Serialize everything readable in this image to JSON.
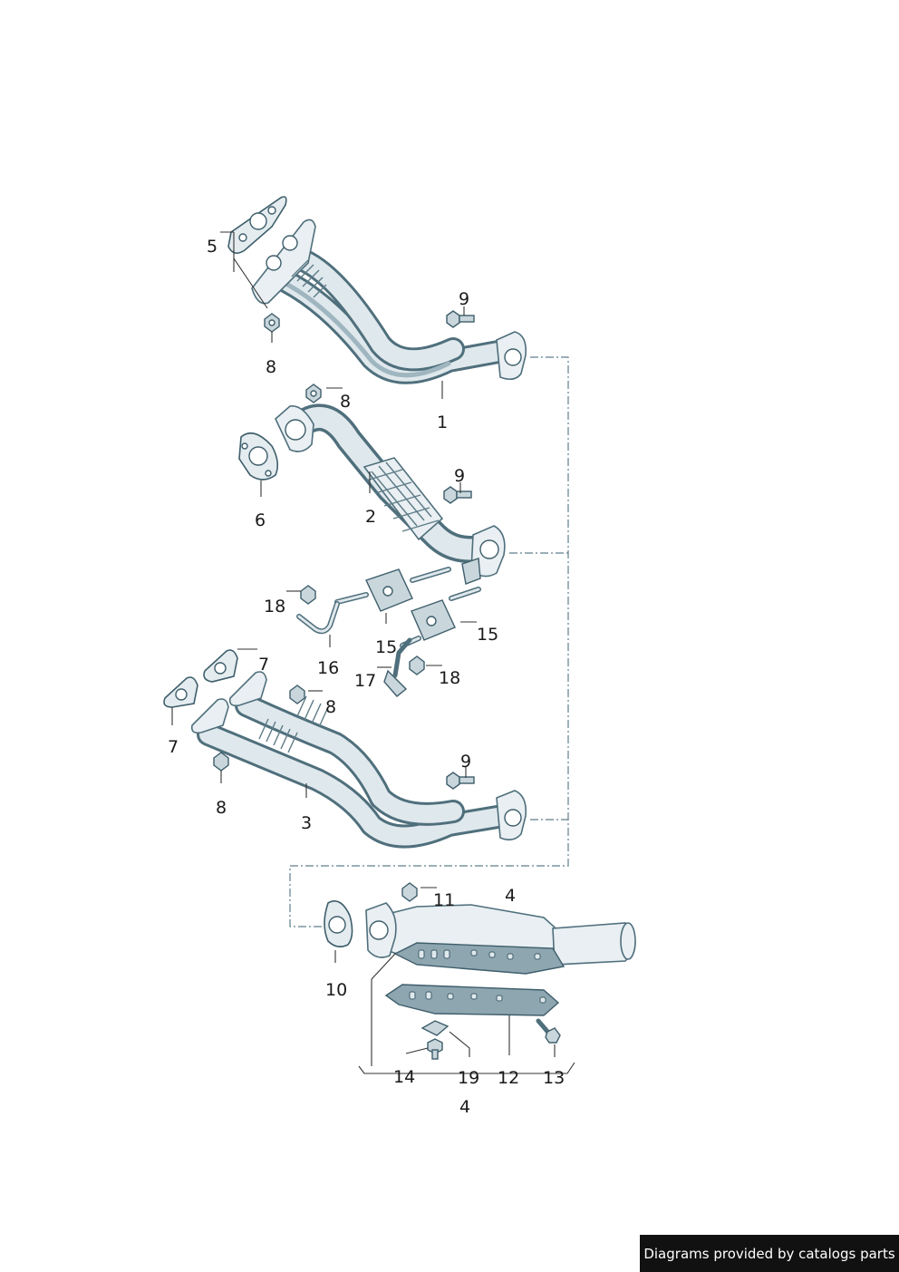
{
  "callouts": [
    {
      "id": "c5",
      "label": "5"
    },
    {
      "id": "c8a",
      "label": "8"
    },
    {
      "id": "c9a",
      "label": "9"
    },
    {
      "id": "c1",
      "label": "1"
    },
    {
      "id": "c8b",
      "label": "8"
    },
    {
      "id": "c6",
      "label": "6"
    },
    {
      "id": "c2",
      "label": "2"
    },
    {
      "id": "c9b",
      "label": "9"
    },
    {
      "id": "c18a",
      "label": "18"
    },
    {
      "id": "c16",
      "label": "16"
    },
    {
      "id": "c15a",
      "label": "15"
    },
    {
      "id": "c15b",
      "label": "15"
    },
    {
      "id": "c17",
      "label": "17"
    },
    {
      "id": "c18b",
      "label": "18"
    },
    {
      "id": "c7a",
      "label": "7"
    },
    {
      "id": "c7b",
      "label": "7"
    },
    {
      "id": "c8c",
      "label": "8"
    },
    {
      "id": "c8d",
      "label": "8"
    },
    {
      "id": "c3",
      "label": "3"
    },
    {
      "id": "c9c",
      "label": "9"
    },
    {
      "id": "c11",
      "label": "11"
    },
    {
      "id": "c4a",
      "label": "4"
    },
    {
      "id": "c10",
      "label": "10"
    },
    {
      "id": "c14",
      "label": "14"
    },
    {
      "id": "c19",
      "label": "19"
    },
    {
      "id": "c12",
      "label": "12"
    },
    {
      "id": "c13",
      "label": "13"
    },
    {
      "id": "c4b",
      "label": "4"
    }
  ],
  "footer": {
    "credit": "Diagrams provided by catalogs parts"
  },
  "colors": {
    "pipe_outline": "#4f6f7c",
    "pipe_fill": "#dfe8ec",
    "leader_dash": "#5f7f8c",
    "badge_bg": "#111111"
  }
}
